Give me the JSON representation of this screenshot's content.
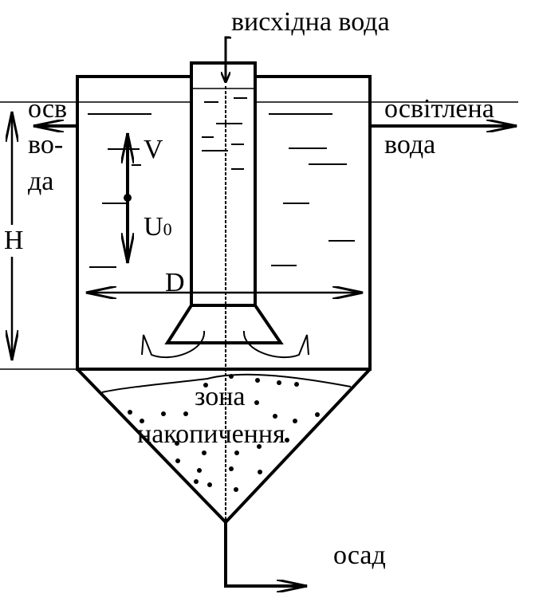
{
  "labels": {
    "inflow": "висхідна вода",
    "clarified_right_1": "освітлена",
    "clarified_right_2": "вода",
    "clarified_left_1": "осв",
    "clarified_left_2": "во-",
    "clarified_left_3": "да",
    "velocity": "V",
    "settling_u": "U",
    "settling_sub": "0",
    "diameter": "D",
    "height": "H",
    "zone_1": "зона",
    "zone_2": "накопичення",
    "sludge": "осад"
  }
}
